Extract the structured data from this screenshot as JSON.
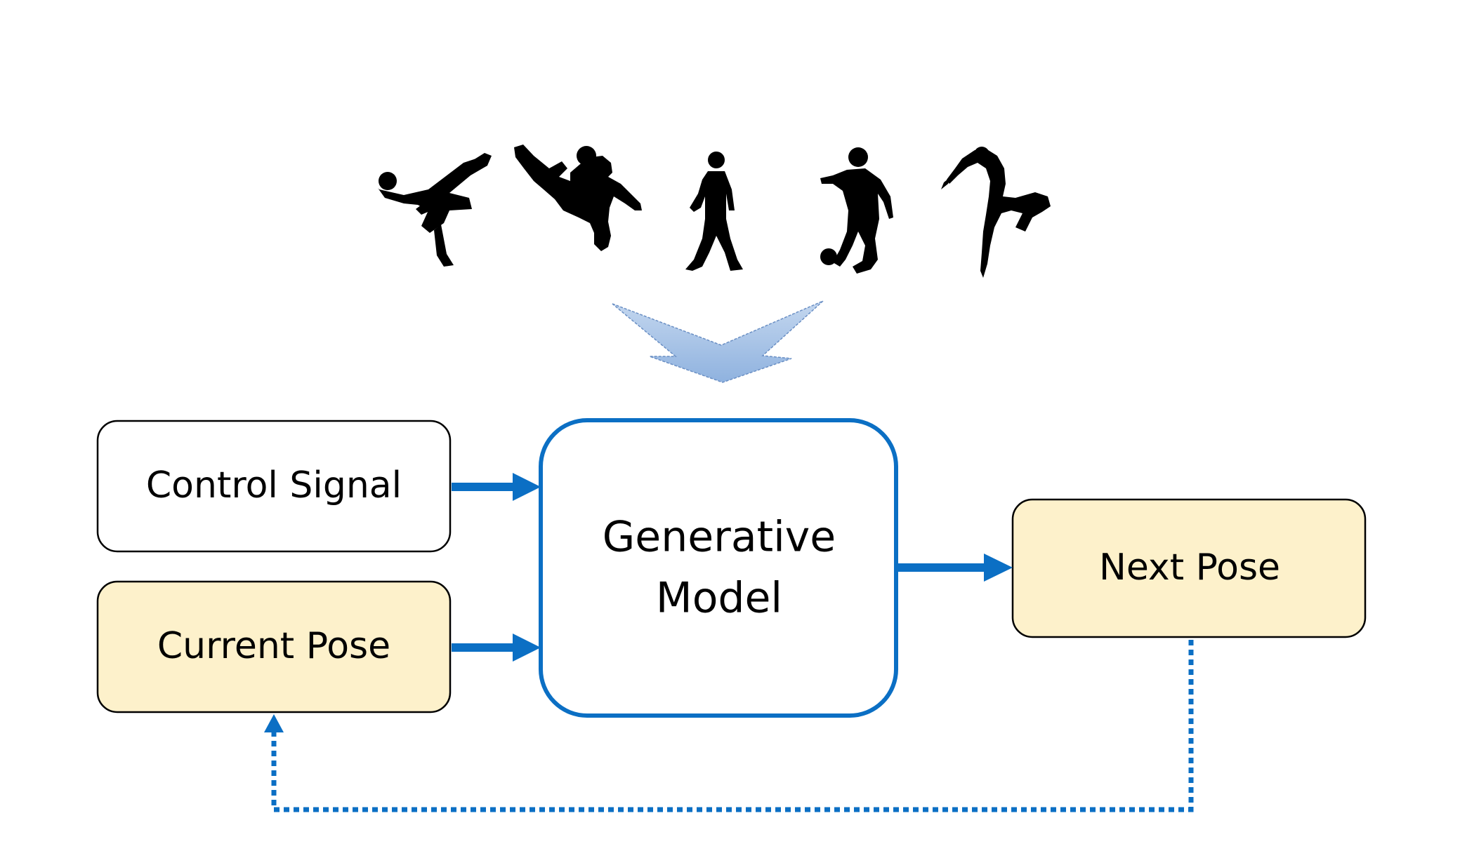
{
  "nodes": {
    "control_signal": "Control Signal",
    "current_pose": "Current Pose",
    "generative_model_line1": "Generative",
    "generative_model_line2": "Model",
    "next_pose": "Next Pose"
  },
  "silhouettes": [
    "breakdancer-silhouette-icon",
    "martial-artist-kick-silhouette-icon",
    "walking-person-silhouette-icon",
    "soccer-player-silhouette-icon",
    "dancer-leap-silhouette-icon"
  ],
  "colors": {
    "accent_blue": "#0b6fc4",
    "pose_fill": "#fdf1cb",
    "plain_fill": "#ffffff",
    "merge_arrow_fill": "#a9c4e6",
    "silhouette": "#000000"
  }
}
